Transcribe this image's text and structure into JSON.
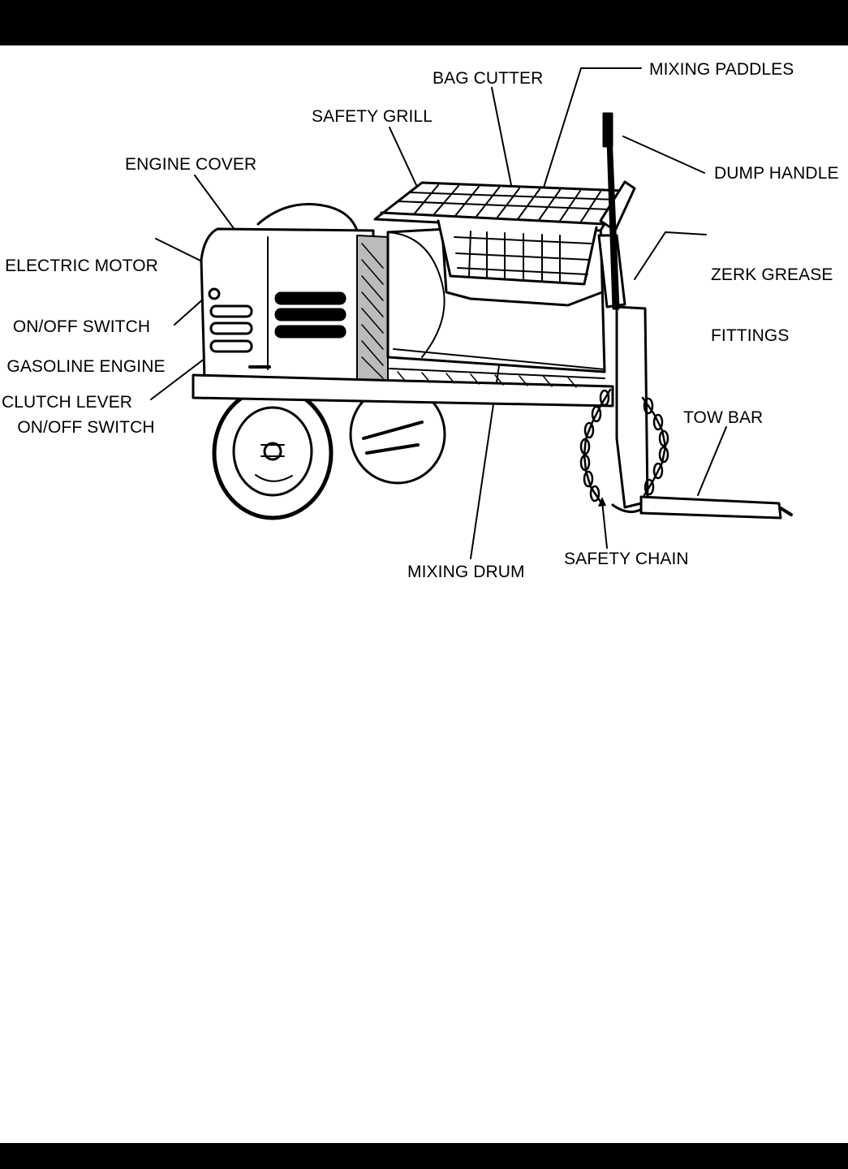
{
  "labels": {
    "bag_cutter": "BAG CUTTER",
    "mixing_paddles": "MIXING PADDLES",
    "safety_grill": "SAFETY GRILL",
    "dump_handle": "DUMP HANDLE",
    "engine_cover": "ENGINE COVER",
    "electric_motor_line1": "ELECTRIC MOTOR",
    "electric_motor_line2": "ON/OFF SWITCH",
    "zerk_line1": "ZERK GREASE",
    "zerk_line2": "FITTINGS",
    "gasoline_line1": "GASOLINE ENGINE",
    "gasoline_line2": "ON/OFF SWITCH",
    "clutch_lever": "CLUTCH LEVER",
    "tow_bar": "TOW BAR",
    "safety_chain": "SAFETY CHAIN",
    "mixing_drum": "MIXING DRUM"
  }
}
